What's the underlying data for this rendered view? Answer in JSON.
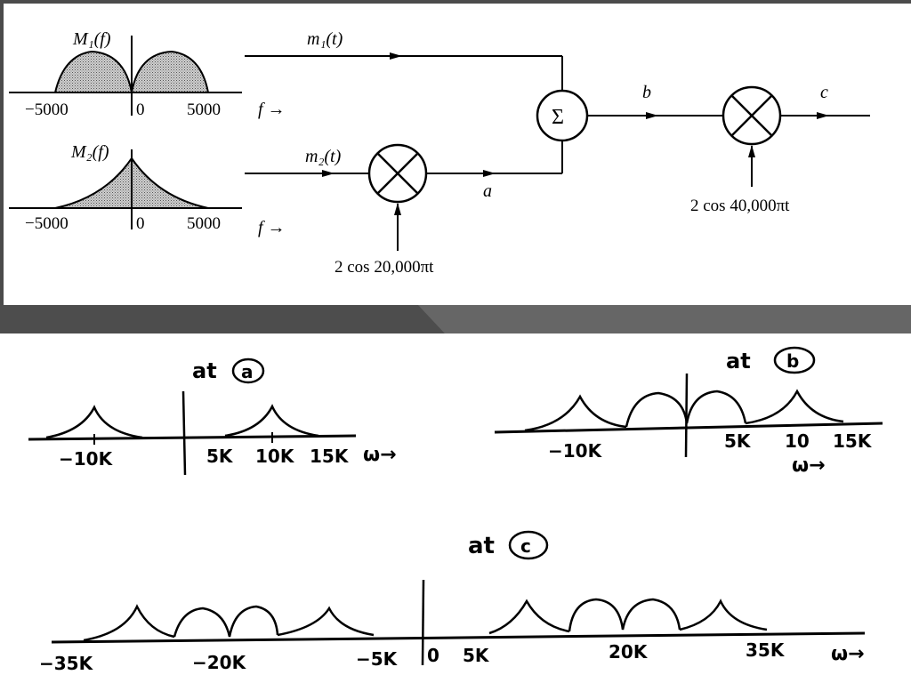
{
  "colors": {
    "frame": "#4b4b4b",
    "band": "#5a5a5a",
    "band_dark": "#3f3f3f",
    "ink": "#000000",
    "shade": "#bdbdbd",
    "paper": "#ffffff"
  },
  "top": {
    "m1_spectrum": {
      "label": "M₁(f)",
      "tick_neg": "−5000",
      "tick_zero": "0",
      "tick_pos": "5000",
      "axis_label": "f →"
    },
    "m2_spectrum": {
      "label": "M₂(f)",
      "tick_neg": "−5000",
      "tick_zero": "0",
      "tick_pos": "5000",
      "axis_label": "f →"
    },
    "signal_m1": "m₁(t)",
    "signal_m2": "m₂(t)",
    "node_a": "a",
    "node_b": "b",
    "node_c": "c",
    "summer_symbol": "Σ",
    "carrier_1": "2 cos 20,000πt",
    "carrier_2": "2 cos 40,000πt"
  },
  "hand": {
    "at_a": {
      "title": "at",
      "marker": "a",
      "tick_neg10k": "−10K",
      "tick_5k": "5K",
      "tick_10k": "10K",
      "tick_15k": "15K",
      "axis": "ω→"
    },
    "at_b": {
      "title": "at",
      "marker": "b",
      "tick_neg10k": "−10K",
      "tick_5k": "5K",
      "tick_10": "10",
      "tick_15k": "15K",
      "axis": "ω→"
    },
    "at_c": {
      "title": "at",
      "marker": "c",
      "tick_neg35k": "−35K",
      "tick_neg20k": "−20K",
      "tick_neg5k": "−5K",
      "tick_0": "0",
      "tick_5k": "5K",
      "tick_20k": "20K",
      "tick_35k": "35K",
      "axis": "ω→"
    }
  }
}
